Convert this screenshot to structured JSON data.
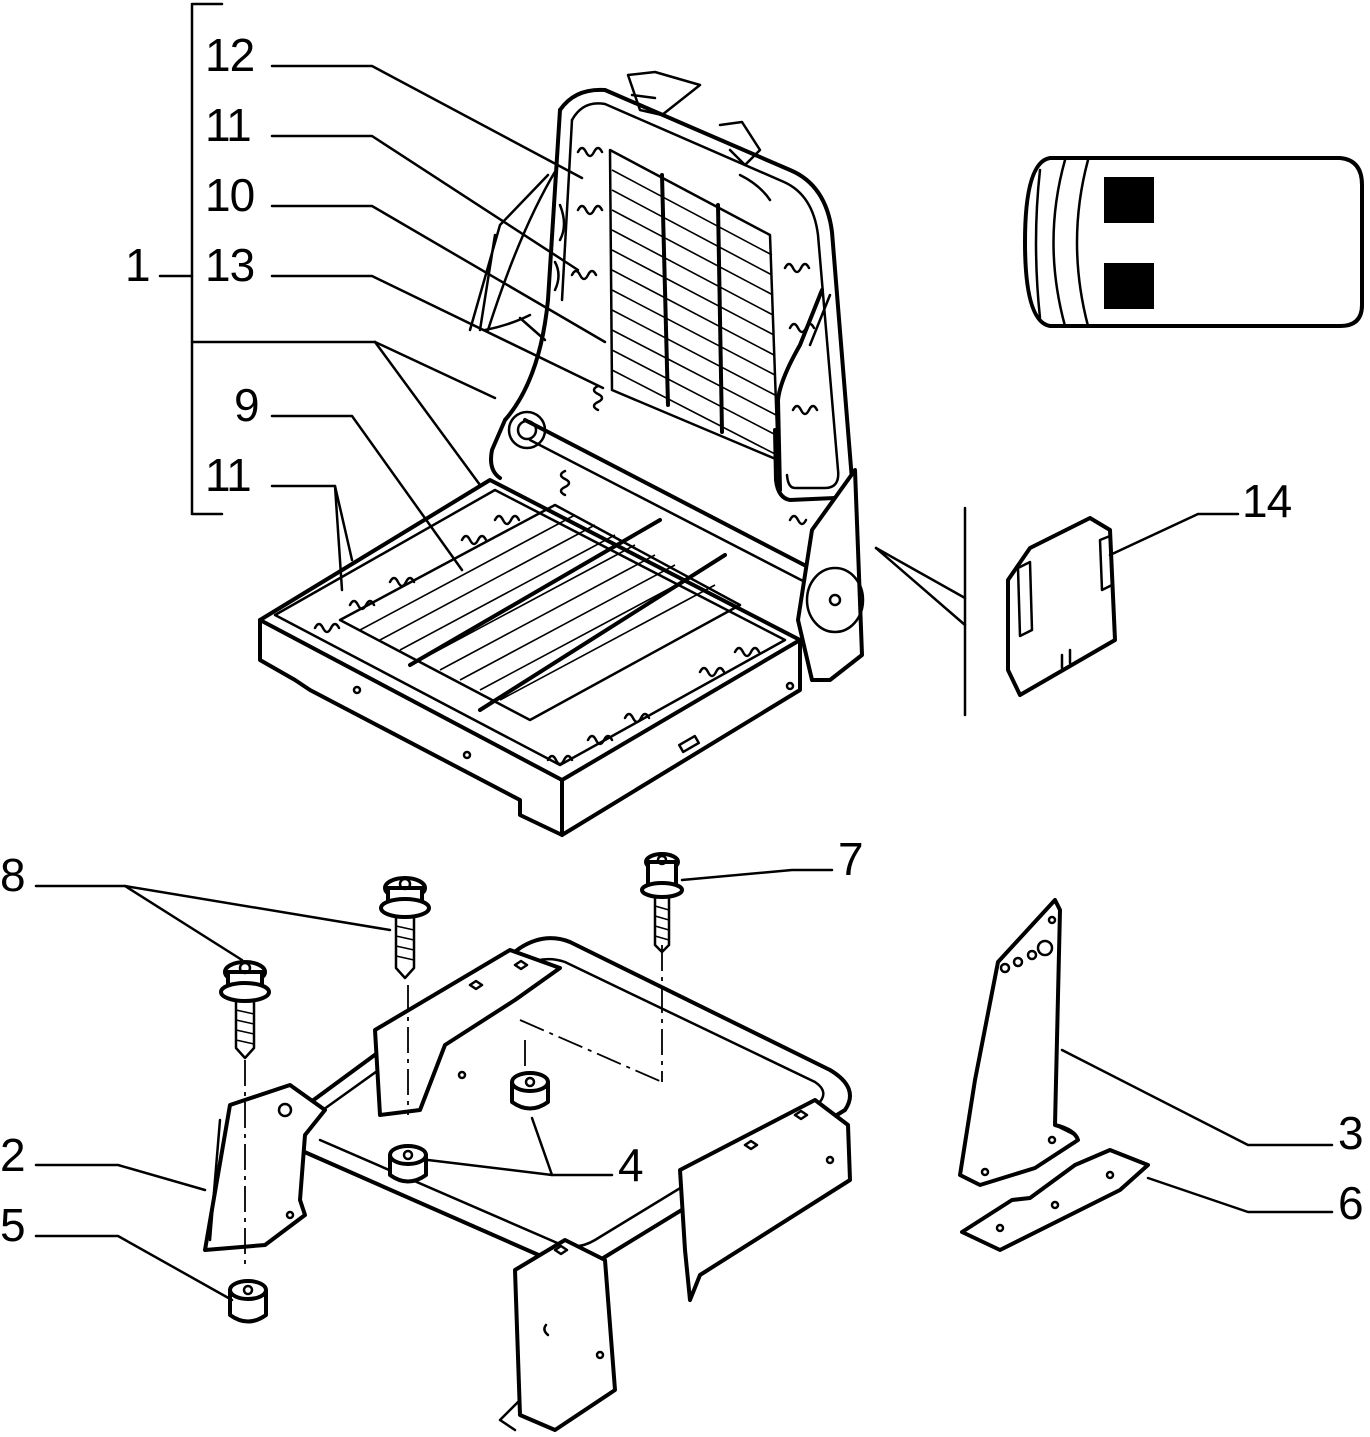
{
  "callouts": [
    {
      "id": "c1",
      "text": "1"
    },
    {
      "id": "c12",
      "text": "12"
    },
    {
      "id": "c11a",
      "text": "11"
    },
    {
      "id": "c10",
      "text": "10"
    },
    {
      "id": "c13",
      "text": "13"
    },
    {
      "id": "c9",
      "text": "9"
    },
    {
      "id": "c11b",
      "text": "11"
    },
    {
      "id": "c14",
      "text": "14"
    },
    {
      "id": "c8",
      "text": "8"
    },
    {
      "id": "c7",
      "text": "7"
    },
    {
      "id": "c2",
      "text": "2"
    },
    {
      "id": "c4",
      "text": "4"
    },
    {
      "id": "c5",
      "text": "5"
    },
    {
      "id": "c3",
      "text": "3"
    },
    {
      "id": "c6",
      "text": "6"
    }
  ]
}
